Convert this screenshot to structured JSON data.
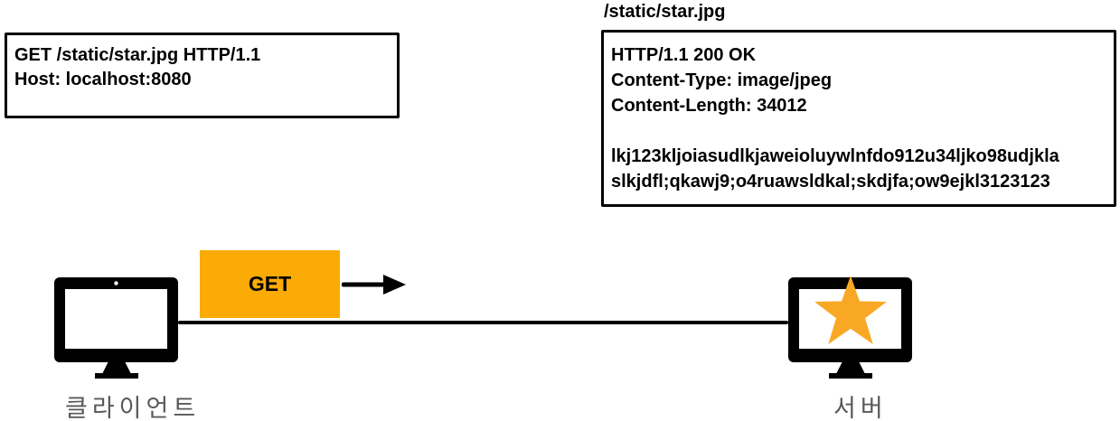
{
  "colors": {
    "method_box_orange": "#FBAB05",
    "star_orange": "#F9A825",
    "label_gray": "#58595B",
    "line_black": "#000000"
  },
  "request_box": {
    "lines": [
      "GET /static/star.jpg HTTP/1.1",
      "Host: localhost:8080"
    ]
  },
  "response_box": {
    "title": "/static/star.jpg",
    "lines": [
      "HTTP/1.1 200 OK",
      "Content-Type: image/jpeg",
      "Content-Length: 34012",
      "",
      "lkj123kljoiasudlkjaweioluywlnfdo912u34ljko98udjkla",
      "slkjdfl;qkawj9;o4ruawsldkal;skdjfa;ow9ejkl3123123"
    ]
  },
  "flow": {
    "method_label": "GET",
    "client_label": "클라이언트",
    "server_label": "서버"
  }
}
